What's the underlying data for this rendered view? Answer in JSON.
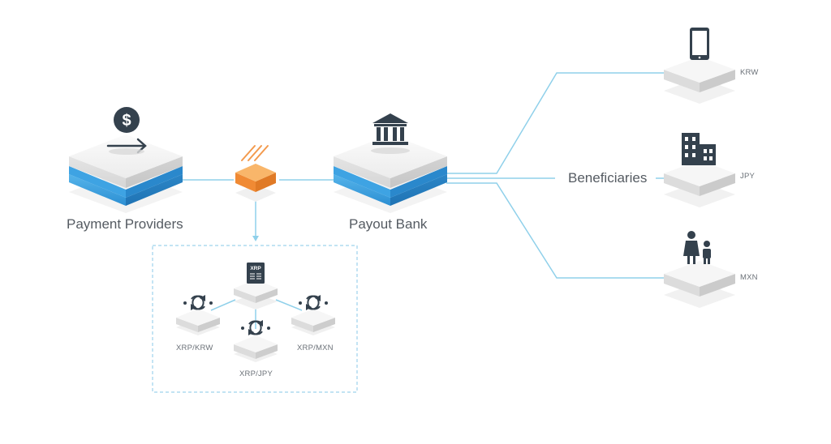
{
  "diagram": {
    "payment_providers_label": "Payment Providers",
    "payout_bank_label": "Payout Bank",
    "beneficiaries_label": "Beneficiaries",
    "xrp_doc_label": "XRP",
    "pairs": {
      "krw": "XRP/KRW",
      "jpy": "XRP/JPY",
      "mxn": "XRP/MXN"
    },
    "currencies": {
      "krw": "KRW",
      "jpy": "JPY",
      "mxn": "MXN"
    }
  },
  "colors": {
    "line": "#8fd0ea",
    "blue_layer": "#2f8fd4",
    "orange_block": "#f39a4d",
    "icon_dark": "#34414d",
    "platform_top": "#f3f3f3"
  },
  "icons": [
    "dollar-icon",
    "arrow-right-icon",
    "bank-icon",
    "ripple-stripes-icon",
    "xrp-document-icon",
    "exchange-icon",
    "smartphone-icon",
    "building-icon",
    "family-icon"
  ]
}
